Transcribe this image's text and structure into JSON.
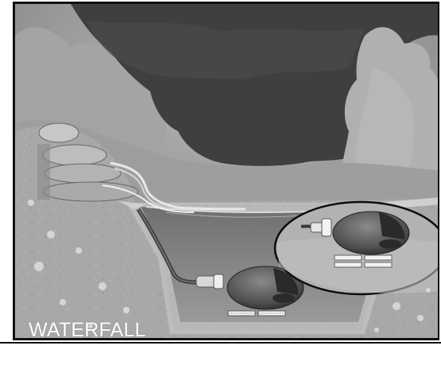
{
  "caption": "WATERFALL",
  "colors": {
    "sky": "#8f8f8f",
    "dark_tree": "#3f3f3f",
    "soil": "#a8a8a8",
    "water": "#6b6b6b",
    "pump": "#4a4a4a",
    "outline": "#111111"
  },
  "icons": {
    "rocks": "stacked-stones",
    "pump": "submersible-pump"
  }
}
